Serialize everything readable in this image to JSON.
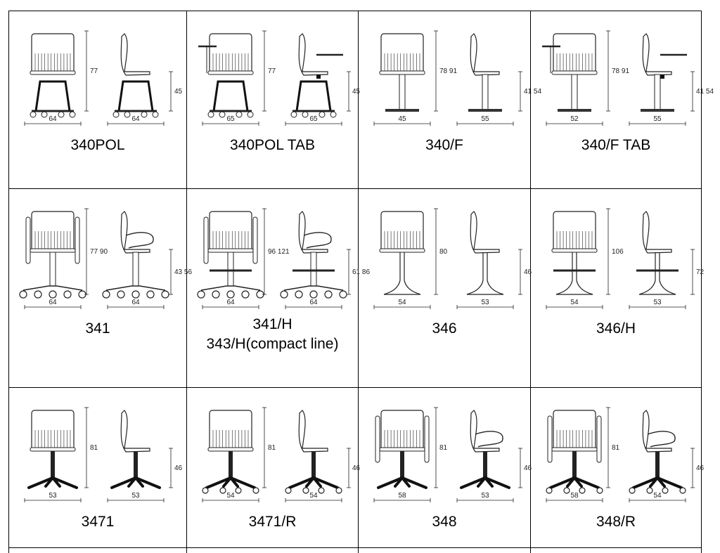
{
  "sheet": {
    "models": [
      {
        "id": "m1",
        "labels": [
          "340POL"
        ],
        "dims": {
          "w_front": "64",
          "w_side": "64",
          "h_total": "77",
          "h_seat": "45"
        }
      },
      {
        "id": "m2",
        "labels": [
          "340POL TAB"
        ],
        "dims": {
          "w_front": "65",
          "w_side": "65",
          "h_total": "77",
          "h_seat": "45"
        }
      },
      {
        "id": "m3",
        "labels": [
          "340/F"
        ],
        "dims": {
          "w_front": "45",
          "w_side": "55",
          "h_total": "78 91",
          "h_seat": "41 54"
        }
      },
      {
        "id": "m4",
        "labels": [
          "340/F TAB"
        ],
        "dims": {
          "w_front": "52",
          "w_side": "55",
          "h_total": "78 91",
          "h_seat": "41 54"
        }
      },
      {
        "id": "m5",
        "labels": [
          "341"
        ],
        "dims": {
          "w_front": "64",
          "w_side": "64",
          "h_total": "77 90",
          "h_seat": "43 56"
        }
      },
      {
        "id": "m6",
        "labels": [
          "341/H",
          "343/H(compact line)"
        ],
        "dims": {
          "w_front": "64",
          "w_side": "64",
          "h_total": "96 121",
          "h_seat": "61 86"
        }
      },
      {
        "id": "m7",
        "labels": [
          "346"
        ],
        "dims": {
          "w_front": "54",
          "w_side": "53",
          "h_total": "80",
          "h_seat": "46"
        }
      },
      {
        "id": "m8",
        "labels": [
          "346/H"
        ],
        "dims": {
          "w_front": "54",
          "w_side": "53",
          "h_total": "106",
          "h_seat": "72"
        }
      },
      {
        "id": "m9",
        "labels": [
          "3471"
        ],
        "dims": {
          "w_front": "53",
          "w_side": "53",
          "h_total": "81",
          "h_seat": "46"
        }
      },
      {
        "id": "m10",
        "labels": [
          "3471/R"
        ],
        "dims": {
          "w_front": "54",
          "w_side": "54",
          "h_total": "81",
          "h_seat": "46"
        }
      },
      {
        "id": "m11",
        "labels": [
          "348"
        ],
        "dims": {
          "w_front": "58",
          "w_side": "53",
          "h_total": "81",
          "h_seat": "46"
        }
      },
      {
        "id": "m12",
        "labels": [
          "348/R"
        ],
        "dims": {
          "w_front": "58",
          "w_side": "54",
          "h_total": "81",
          "h_seat": "46"
        }
      }
    ]
  }
}
